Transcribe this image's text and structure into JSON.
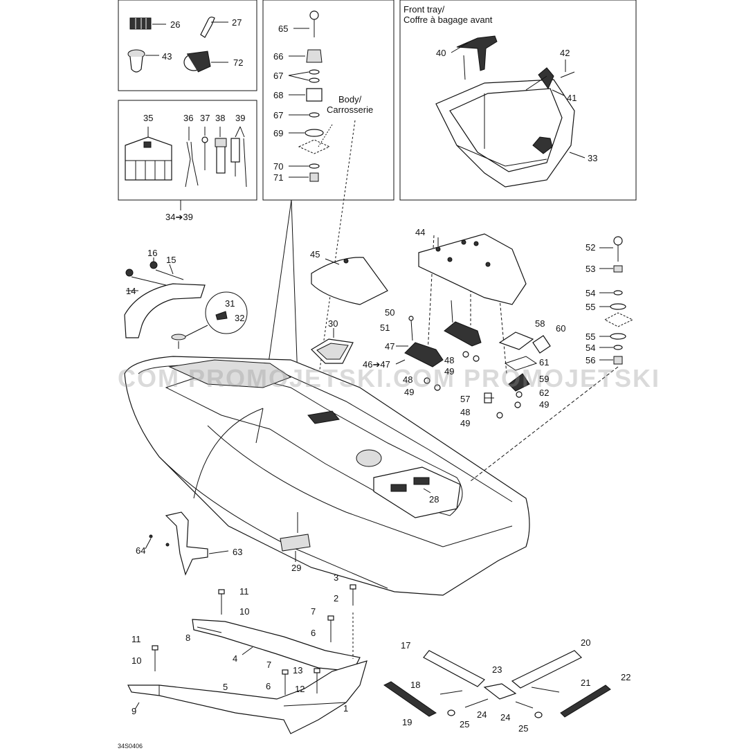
{
  "watermark": "COM PROMOJETSKI.COM PROMOJETSKI",
  "diagram_code": "34S0406",
  "box_front_tray_title": "Front tray/\nCoffre à bagage avant",
  "body_label": "Body/\nCarrosserie",
  "callouts": {
    "n26": "26",
    "n27": "27",
    "n43": "43",
    "n72": "72",
    "n35": "35",
    "n36": "36",
    "n37": "37",
    "n38": "38",
    "n39": "39",
    "n34_39": "34➔39",
    "n65": "65",
    "n66": "66",
    "n67a": "67",
    "n68": "68",
    "n67b": "67",
    "n69": "69",
    "n70": "70",
    "n71": "71",
    "n40": "40",
    "n42": "42",
    "n41": "41",
    "n33": "33",
    "n16": "16",
    "n15": "15",
    "n14": "14",
    "n31": "31",
    "n32": "32",
    "n45": "45",
    "n44": "44",
    "n30": "30",
    "n50": "50",
    "n51": "51",
    "n47a": "47",
    "n46_47": "46➔47",
    "n48a": "48",
    "n49a": "49",
    "n48b": "48",
    "n49b": "49",
    "n58": "58",
    "n60": "60",
    "n61": "61",
    "n59": "59",
    "n62": "62",
    "n57": "57",
    "n48c": "48",
    "n49c": "49",
    "n49d": "49",
    "n52": "52",
    "n53": "53",
    "n54a": "54",
    "n55a": "55",
    "n55b": "55",
    "n54b": "54",
    "n56": "56",
    "n28": "28",
    "n29": "29",
    "n63": "63",
    "n64": "64",
    "n3": "3",
    "n2": "2",
    "n11a": "11",
    "n10a": "10",
    "n7a": "7",
    "n6a": "6",
    "n8": "8",
    "n4": "4",
    "n11b": "11",
    "n10b": "10",
    "n7b": "7",
    "n13": "13",
    "n6b": "6",
    "n12": "12",
    "n5": "5",
    "n9": "9",
    "n1": "1",
    "n17": "17",
    "n20": "20",
    "n23": "23",
    "n18": "18",
    "n21": "21",
    "n22": "22",
    "n19": "19",
    "n24a": "24",
    "n24b": "24",
    "n25a": "25",
    "n25b": "25"
  }
}
